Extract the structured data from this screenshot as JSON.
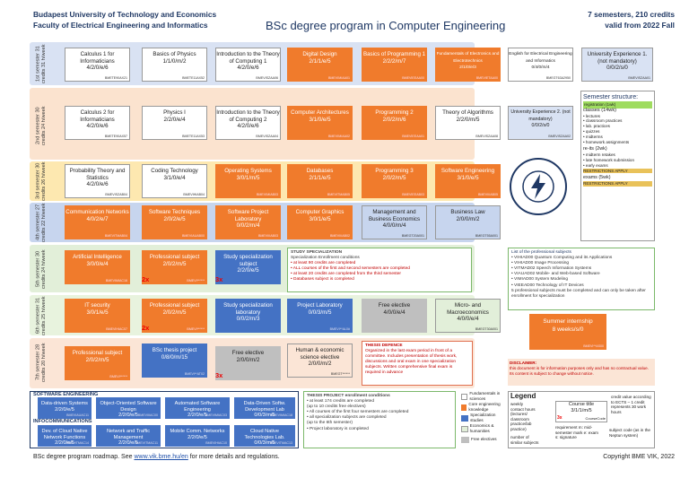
{
  "header": {
    "univ": "Budapest University of Technology and Economics",
    "faculty": "Faculty of Electrical Engineering and Informatics",
    "title": "BSc degree program in Computer Engineering",
    "semesters": "7 semesters, 210 credits",
    "valid": "valid from 2022 Fall"
  },
  "semesters": [
    {
      "label": "1st semester 31 credits 31 h/week"
    },
    {
      "label": "2nd semester 30 credits 24 h/week"
    },
    {
      "label": "3rd semester 30 credits 26 h/week"
    },
    {
      "label": "4th semester 27 credits 22 h/week"
    },
    {
      "label": "5th semester 30 credits 24 h/week"
    },
    {
      "label": "6th semester 31 credits 25 h/week"
    },
    {
      "label": "7th semester 28 credits 20 h/week"
    }
  ],
  "s1": [
    {
      "n": "Calculus 1 for Informaticians",
      "h": "4/2/0/e/6",
      "c": "BMETE90AX21"
    },
    {
      "n": "Basics of Physics",
      "h": "1/1/0/m/2",
      "c": "BMETE11AX52"
    },
    {
      "n": "Introduction to the Theory of Computing 1",
      "h": "4/2/0/e/6",
      "c": "BMEVISZAA06"
    },
    {
      "n": "Digital Design",
      "h": "2/1/1/e/5",
      "c": "BMEVIMIAA01"
    },
    {
      "n": "Basics of Programming 1",
      "h": "2/2/2/m/7",
      "c": "BMEVIEEAA00"
    },
    {
      "n": "Fundamentals of Electronics and Electrotechnics",
      "h": "2/1/0/e/3",
      "c": "BMEVIETAA00"
    },
    {
      "n": "English for Electrical Engineering and Informatics",
      "h": "0/4/0/m/4",
      "c": "BMEGT63A2950"
    },
    {
      "n": "University Experience 1. (not mandatory)",
      "h": "0/0/2/s/0",
      "c": "BMEVISZAA01"
    }
  ],
  "s2": [
    {
      "n": "Calculus 2 for Informaticians",
      "h": "4/2/0/e/6",
      "c": "BMETE90AX57"
    },
    {
      "n": "Physics I",
      "h": "2/2/0/e/4",
      "c": "BMETE11AX53"
    },
    {
      "n": "Introduction to the Theory of Computing 2",
      "h": "4/2/0/e/6",
      "c": "BMEVISZAA04"
    },
    {
      "n": "Computer Architectures",
      "h": "3/1/0/e/5",
      "c": "BMEVIMIAA02"
    },
    {
      "n": "Programming 2",
      "h": "2/0/2/m/6",
      "c": "BMEVIEEAA01"
    },
    {
      "n": "Theory of Algorithms",
      "h": "2/2/0/m/5",
      "c": "BMEVISZAA08"
    },
    {
      "n": "University Experience 2. (not mandatory)",
      "h": "0/0/2/s/0",
      "c": "BMEVISZAA02"
    }
  ],
  "s3": [
    {
      "n": "Probability Theory and Statistics",
      "h": "4/2/0/e/6",
      "c": "BMEVISZAB04"
    },
    {
      "n": "Coding Technology",
      "h": "3/1/0/e/4",
      "c": "BMEVIHIAB04"
    },
    {
      "n": "Operating Systems",
      "h": "3/0/1/m/5",
      "c": "BMEVIMIAB03"
    },
    {
      "n": "Databases",
      "h": "2/1/1/e/5",
      "c": "BMEVITMAB05"
    },
    {
      "n": "Programming 3",
      "h": "2/0/2/m/5",
      "c": "BMEVIEEAB03"
    },
    {
      "n": "Software Engineering",
      "h": "3/1/0/e/5",
      "c": "BMEVIIIAB05"
    }
  ],
  "s4": [
    {
      "n": "Communication Networks",
      "h": "4/0/2/e/7",
      "c": "BMEVITMAB04"
    },
    {
      "n": "Software Techniques",
      "h": "2/0/2/e/5",
      "c": "BMEVIAUAB00"
    },
    {
      "n": "Software Project Laboratory",
      "h": "0/0/2/m/4",
      "c": "BMEVIIIAB03"
    },
    {
      "n": "Computer Graphics",
      "h": "3/0/1/e/5",
      "c": "BMEVIIIAB02"
    },
    {
      "n": "Management and Business Economics",
      "h": "4/0/0/m/4",
      "c": "BMEGT20A001"
    },
    {
      "n": "Business Law",
      "h": "2/0/0/m/2",
      "c": "BMEGT55A001"
    }
  ],
  "s5": [
    {
      "n": "Artificial Intelligence",
      "h": "3/0/0/e/4",
      "c": "BMEVIMIAC16"
    },
    {
      "n": "Professional subject",
      "h": "2/0/2/m/5",
      "c": "BMEVI******",
      "x": "2x"
    },
    {
      "n": "Study specialization subject",
      "h": "2/2/0/e/5",
      "c": "",
      "x": "3x"
    }
  ],
  "s5note": {
    "t": "STUDY SPECIALIZATION",
    "l": [
      "Specialization Enrollment conditions",
      "• at least 90 credits are completed",
      "• ALL courses of the first and second semesters are completed",
      "• at least 20 credits are completed from the third semester",
      "• Databases subject is completed"
    ]
  },
  "s6": [
    {
      "n": "IT security",
      "h": "3/0/1/e/5",
      "c": "BMEVIHIAC07"
    },
    {
      "n": "Professional subject",
      "h": "2/0/2/m/5",
      "c": "BMEVI******",
      "x": "2x"
    },
    {
      "n": "Study specialization laboratory",
      "h": "0/0/2/m/3",
      "c": ""
    },
    {
      "n": "Project Laboratory",
      "h": "0/0/3/m/5",
      "c": "BMEVI**AL0#"
    },
    {
      "n": "Free elective",
      "h": "4/0/0/e/4",
      "c": ""
    },
    {
      "n": "Micro- and Macroeconomics",
      "h": "4/0/0/e/4",
      "c": "BMEGT30A001"
    }
  ],
  "s7": [
    {
      "n": "Professional subject",
      "h": "2/0/2/m/5",
      "c": "BMEVI******"
    },
    {
      "n": "BSc thesis project",
      "h": "0/8/0/m/15",
      "c": "BMEVI**AT02"
    },
    {
      "n": "Free elective",
      "h": "2/0/0/m/2",
      "c": "",
      "x": "3x"
    },
    {
      "n": "Human & economic science elective",
      "h": "2/0/0/m/2",
      "c": "BMEGT******"
    }
  ],
  "thesis": {
    "t": "THESIS DEFENCE",
    "l": "Organized in the last exam period in front of a committee. Includes presentation of thesis work, discussions and oral exam in one specialization subjects. Written comprehensive final exam is required in advance"
  },
  "proflist": {
    "l": [
      "List of the professional subjects",
      "• VIHIAD00 Quantum Computing and its Applications",
      "• VIHIAD00 Image Processing",
      "• VITMAD02 Speech Information Systems",
      "• VIAUAD02 Mobile- and Web-based Software",
      "• VIMIAD00 System Modeling",
      "• VIEEAD00 Technology of IT Devices",
      "5 professional subjects must be completed and can only be taken after enrollment for specialization"
    ]
  },
  "internship": {
    "n": "Summer internship",
    "h": "8 weeks/s/0",
    "c": "BMEVI**AS00"
  },
  "disclaimer": {
    "t": "DISCLAIMER:",
    "l": "this document is for information purposes only and has no contractual value. Its content is subject to change without notice."
  },
  "structure": {
    "t": "Semester structure:",
    "items": [
      "registration (1wk)",
      "classes (14wk)",
      "• lectures",
      "• classroom practices",
      "• lab. practices",
      "• quizzes",
      "• midterms",
      "• homework assignments",
      "re-its (2wk)",
      "• midterm retakes",
      "• late homework submission",
      "• early exams",
      "RESTRICTIONS APPLY",
      "exams (5wk)",
      "RESTRICTIONS APPLY"
    ]
  },
  "se": {
    "title": "SOFTWARE ENGINEERING",
    "a": [
      {
        "n": "Data-driven Systems",
        "h": "2/2/0/e/5",
        "c": "BMEVIAUAC11"
      },
      {
        "n": "Object-Oriented Software Design",
        "h": "2/2/0/e/5",
        "c": "BMEVIIIAC00"
      },
      {
        "n": "Automated Software Engineering",
        "h": "2/2/0/e/5",
        "c": "BMEVIMIAC03"
      },
      {
        "n": "Data-Driven Softw. Development Lab",
        "h": "0/0/3/m/5",
        "c": "BMEVIMIAC18"
      }
    ]
  },
  "ic": {
    "title": "INFOCOMMUNICATIONS",
    "a": [
      {
        "n": "Dev. of Cloud Native Network Functions",
        "h": "2/2/0/e/5",
        "c": "BMEVITMAC14"
      },
      {
        "n": "Network and Traffic Management",
        "h": "2/2/0/e/5",
        "c": "BMEVITMAC11"
      },
      {
        "n": "Mobile Comm. Networks",
        "h": "2/2/0/e/5",
        "c": "BMEVIHIAC10"
      },
      {
        "n": "Cloud Native Technologies Lab.",
        "h": "0/0/3/m/5",
        "c": "BMEVITMAC13"
      }
    ]
  },
  "thesisProj": {
    "t": "THESIS PROJECT enrollment conditions",
    "l": [
      "• at least 174 credits are completed",
      "(up to 10 credits free electives)",
      "• All courses of the first four semesters are completed",
      "• all specialization subjects are completed",
      "(up to the 6th semester)",
      "• Project laboratory is completed"
    ]
  },
  "categories": [
    "Fundamentals in sciences",
    "Core engineering knowledge",
    "Specialization studies",
    "Economics & humanities",
    "Free electives"
  ],
  "legend": {
    "t": "Legend",
    "weekly": "weekly contact hours (lectures/ classroom practice/lab practice)",
    "course": "Course title",
    "hours": "3/1/1/m/5",
    "x": "3x",
    "code": "CourseCode",
    "credit": "credit value according to ECTS – 1 credit represents 30 work hours",
    "req": "requirement m: mid-semester mark e: exam s: signature",
    "subj": "subject code (as in the Neptun system)",
    "num": "number of similar subjects"
  },
  "footer": {
    "a": "BSc degree program roadmap. See",
    "link": "www.vik.bme.hu/en",
    "b": "for more details and regulations.",
    "copy": "Copyright BME VIK, 2022"
  }
}
